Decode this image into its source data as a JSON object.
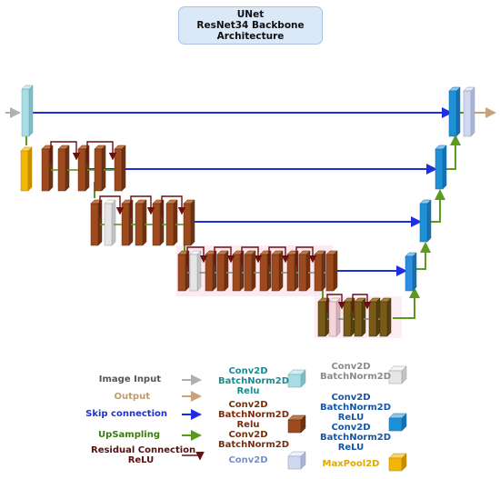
{
  "title": {
    "line1": "UNet",
    "line2": "ResNet34 Backbone",
    "line3": "Architecture"
  },
  "legend": {
    "image_input": "Image Input",
    "output": "Output",
    "skip": "Skip connection",
    "upsampling": "UpSampling",
    "residual_1": "Residual Connection",
    "residual_2": "ReLU",
    "c1_l1": "Conv2D",
    "c1_l2": "BatchNorm2D",
    "c1_l3": "Relu",
    "c2_l1": "Conv2D",
    "c2_l2": "BatchNorm2D",
    "c2_l3": "Relu",
    "c2_l4": "Conv2D",
    "c2_l5": "BatchNorm2D",
    "c3_l1": "Conv2D",
    "c4_l1": "Conv2D",
    "c4_l2": "BatchNorm2D",
    "c5_l1": "Conv2D",
    "c5_l2": "BatchNorm2D",
    "c5_l3": "ReLU",
    "c5_l4": "Conv2D",
    "c5_l5": "BatchNorm2D",
    "c5_l6": "ReLU",
    "c6_l1": "MaxPool2D"
  },
  "colors": {
    "input_block": "#a9dce3",
    "maxpool": "#f2b705",
    "resblock": "#9c4a1e",
    "batchnorm": "#e6e6e6",
    "decoder": "#1e90d6",
    "final": "#cfd8ef",
    "skip_arrow": "#1f2fe0",
    "upsample_arrow": "#5a9a1e",
    "residual_arrow": "#6b0f0f",
    "input_arrow": "#b0b0b0",
    "output_arrow": "#c8a27a"
  }
}
